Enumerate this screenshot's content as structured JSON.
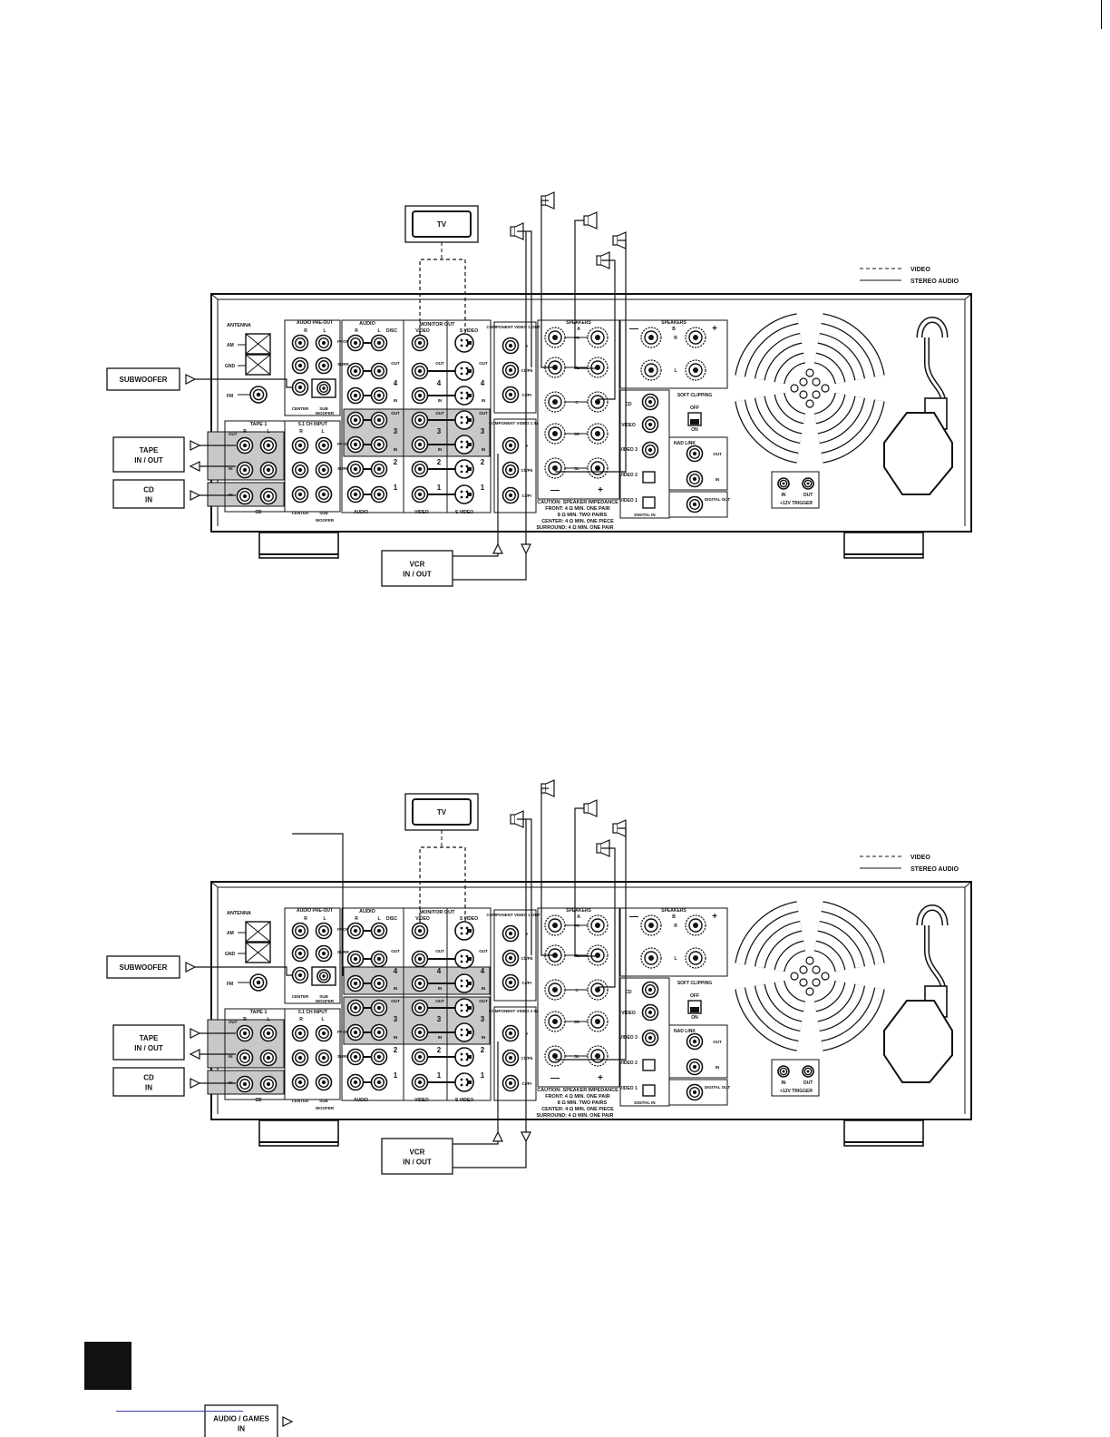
{
  "legend": {
    "video": "VIDEO",
    "stereo_audio": "STEREO AUDIO"
  },
  "external": {
    "tv": "TV",
    "subwoofer": "SUBWOOFER",
    "tape_line1": "TAPE",
    "tape_line2": "IN / OUT",
    "cd_line1": "CD",
    "cd_line2": "IN",
    "vcr_line1": "VCR",
    "vcr_line2": "IN / OUT",
    "audio_games_line1": "AUDIO / GAMES",
    "audio_games_line2": "IN"
  },
  "panel": {
    "antenna": "ANTENNA",
    "am": "AM",
    "gnd": "GND",
    "fm": "FM",
    "audio_pre_out": "AUDIO  PRE-OUT",
    "r": "R",
    "l": "L",
    "front": "FRONT",
    "surr": "SURR",
    "center": "CENTER",
    "sub": "SUB",
    "woofer": "WOOFER",
    "audio": "AUDIO",
    "disc": "DISC",
    "monitor_out": "MONITOR OUT",
    "video": "VIDEO",
    "s_video": "S VIDEO",
    "out": "OUT",
    "in": "IN",
    "n4": "4",
    "n3": "3",
    "n2": "2",
    "n1": "1",
    "tape1": "TAPE 1",
    "cd": "CD",
    "ch51": "5.1  CH INPUT",
    "component_out": "COMPONENT VIDEO 1 OUT",
    "component_in": "COMPONENT VIDEO 1 IN",
    "y": "Y",
    "cb": "Cb/Pb",
    "cr": "Cr/Pr",
    "speakers": "SPEAKERS",
    "a": "A",
    "b": "B",
    "fl": "FL",
    "fr": "FR",
    "c": "C",
    "sr": "SR",
    "sl": "SL",
    "minus": "—",
    "plus": "+",
    "caution1": "CAUTION: SPEAKER IMPEDANCE",
    "caution2": "FRONT: 4 Ω  MIN.  ONE PAIR",
    "caution3": "8 Ω  MIN.  TWO PAIRS",
    "caution4": "CENTER: 4 Ω  MIN.  ONE PIECE",
    "caution5": "SURROUND: 4 Ω  MIN.  ONE PAIR",
    "video2": "VIDEO 2",
    "video3": "VIDEO 3",
    "video1": "VIDEO 1",
    "digital_in": "DIGITAL IN",
    "soft_clipping": "SOFT CLIPPING",
    "off": "OFF",
    "on": "ON",
    "nad_link": "NAD LINK",
    "digital_out": "DIGITAL OUT",
    "trigger": "+12V TRIGGER"
  },
  "colors": {
    "ink": "#111111",
    "shade": "#c8c8c8",
    "page_box": "#111111",
    "link": "#3a3ab0"
  }
}
